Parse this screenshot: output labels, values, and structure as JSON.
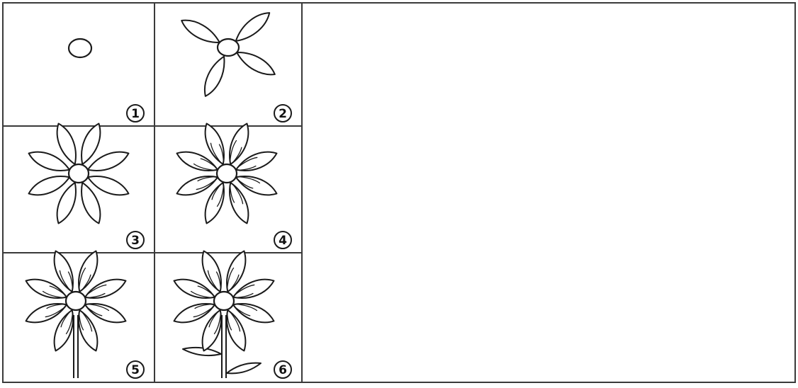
{
  "colors": {
    "ink": "#1a1a1a",
    "border": "#3a3a3a",
    "paper": "#ffffff"
  },
  "steps": [
    {
      "label": "1",
      "stage": "center"
    },
    {
      "label": "2",
      "stage": "four-petals"
    },
    {
      "label": "3",
      "stage": "eight-petals"
    },
    {
      "label": "4",
      "stage": "petal-details"
    },
    {
      "label": "5",
      "stage": "stem"
    },
    {
      "label": "6",
      "stage": "leaves"
    }
  ]
}
